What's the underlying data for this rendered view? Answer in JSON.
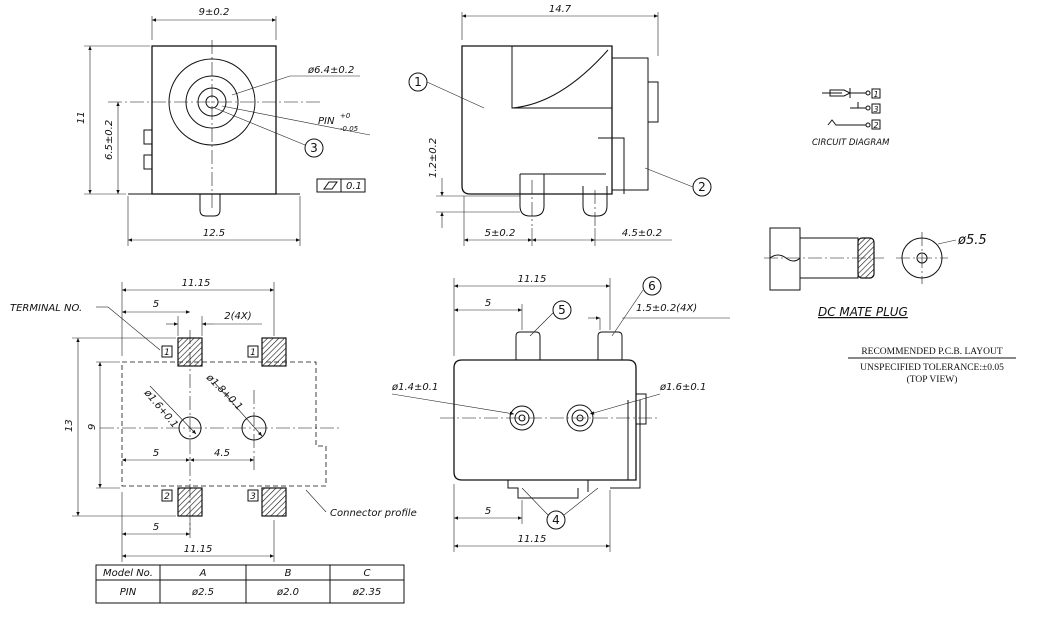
{
  "top_left_view": {
    "dim_width": "9±0.2",
    "dim_height": "11",
    "dim_center_height": "6.5±0.2",
    "dim_hole": "ø6.4±0.2",
    "dim_pin": "PIN",
    "dim_pin_tol_upper": "+0",
    "dim_pin_tol_lower": "-0.05",
    "dim_base": "12.5",
    "balloon": "3",
    "flatness_value": "0.1"
  },
  "top_right_view": {
    "dim_length": "14.7",
    "dim_height": "1.2±0.2",
    "dim_a": "5±0.2",
    "dim_b": "4.5±0.2",
    "balloon_1": "1",
    "balloon_2": "2"
  },
  "circuit": {
    "label": "CIRCUIT DIAGRAM",
    "pins": [
      "1",
      "3",
      "2"
    ]
  },
  "plug": {
    "dim_diameter": "ø5.5",
    "label": "DC MATE PLUG"
  },
  "notes": {
    "line1": "RECOMMENDED P.C.B. LAYOUT",
    "line2": "UNSPECIFIED TOLERANCE:±0.05",
    "line3": "(TOP VIEW)"
  },
  "pcb_view": {
    "dim_width": "11.15",
    "dim_5_top": "5",
    "dim_2_4x": "2(4X)",
    "terminal_label": "TERMINAL NO.",
    "dim_13": "13",
    "dim_9": "9",
    "hole_a": "ø1.6+0.1",
    "hole_b": "ø1.8+0.1",
    "dim_5_mid": "5",
    "dim_4_5": "4.5",
    "dim_5_bot": "5",
    "dim_bottom_width": "11.15",
    "connector_profile": "Connector profile",
    "pad_labels": [
      "1",
      "1",
      "2",
      "3"
    ]
  },
  "bottom_view": {
    "dim_width": "11.15",
    "dim_5_top": "5",
    "dim_1_5": "1.5±0.2(4X)",
    "hole_a": "ø1.4±0.1",
    "hole_b": "ø1.6±0.1",
    "dim_5_bot": "5",
    "dim_bottom_width": "11.15",
    "balloon_4": "4",
    "balloon_5": "5",
    "balloon_6": "6"
  },
  "model_table": {
    "header": [
      "Model No.",
      "A",
      "B",
      "C"
    ],
    "row": [
      "PIN",
      "ø2.5",
      "ø2.0",
      "ø2.35"
    ]
  }
}
